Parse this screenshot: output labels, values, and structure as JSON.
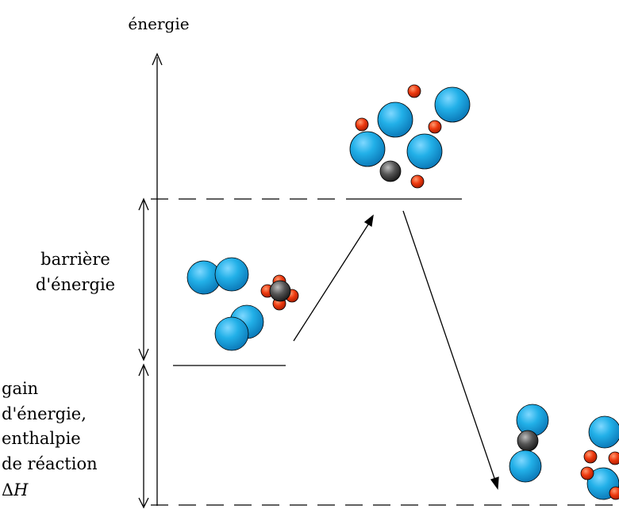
{
  "diagram": {
    "axis_label": "énergie",
    "barrier_label_lines": [
      "barrière",
      "d'énergie"
    ],
    "gain_label_lines": [
      "gain",
      "d'énergie,",
      "enthalpie",
      "de réaction"
    ],
    "delta_symbol": "Δ",
    "delta_variable": "H",
    "levels": [
      "reactants",
      "transition-state",
      "products"
    ],
    "colors": {
      "large_atom": "#22b0e8",
      "small_atom": "#ee3a10",
      "central_atom": "#444444",
      "line": "#000000"
    }
  }
}
